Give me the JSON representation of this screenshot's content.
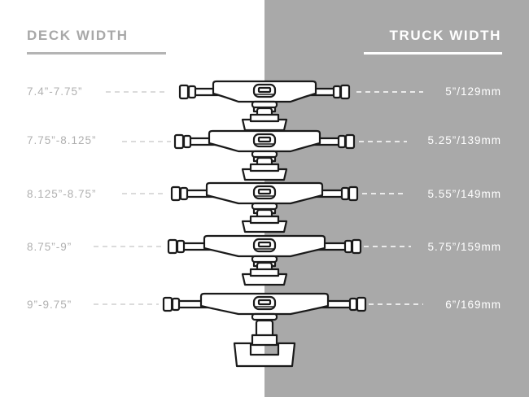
{
  "headers": {
    "deck_width": "DECK WIDTH",
    "truck_width": "TRUCK WIDTH"
  },
  "rows": [
    {
      "deck": "7.4”-7.75”",
      "truck": "5”/129mm"
    },
    {
      "deck": "7.75”-8.125”",
      "truck": "5.25”/139mm"
    },
    {
      "deck": "8.125”-8.75”",
      "truck": "5.55”/149mm"
    },
    {
      "deck": "8.75”-9”",
      "truck": "5.75”/159mm"
    },
    {
      "deck": "9”-9.75”",
      "truck": "6”/169mm"
    }
  ],
  "colors": {
    "right_panel": "#a9a9a9",
    "left_text": "#b0b0b0",
    "right_text": "#ffffff",
    "outline": "#1a1a1a"
  },
  "icons": [
    "skateboard-truck-icon"
  ]
}
